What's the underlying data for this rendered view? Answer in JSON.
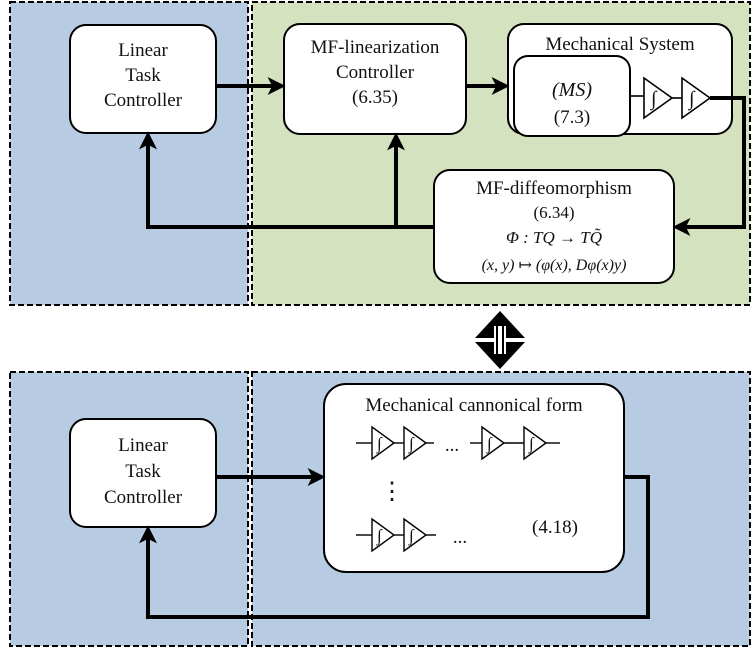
{
  "top": {
    "linear_task_controller": [
      "Linear",
      "Task",
      "Controller"
    ],
    "mf_linearization_controller": [
      "MF-linearization",
      "Controller",
      "(6.35)"
    ],
    "mechanical_system": {
      "title": "Mechanical System",
      "inner_label": "(MS)",
      "inner_eq": "(7.3)"
    },
    "mf_diffeomorphism": {
      "title": "MF-diffeomorphism",
      "eq_ref": "(6.34)",
      "map_line": "Φ :   TQ → TQ̃",
      "action_line": "(x, y) ↦ (φ(x), Dφ(x)y)"
    }
  },
  "equivalence_symbol": "⇕",
  "bottom": {
    "linear_task_controller": [
      "Linear",
      "Task",
      "Controller"
    ],
    "canonical_form": {
      "title": "Mechanical cannonical form",
      "dots_h": "...",
      "dots_v": "⋮",
      "eq_ref": "(4.18)"
    }
  },
  "colors": {
    "blue_region": "#b7cbe2",
    "green_region": "#d5e2bf",
    "box_fill": "#ffffff",
    "stroke": "#000000"
  },
  "icons": {
    "integrator": "integrator-triangle-icon",
    "equivalence": "double-headed-arrow-icon"
  }
}
